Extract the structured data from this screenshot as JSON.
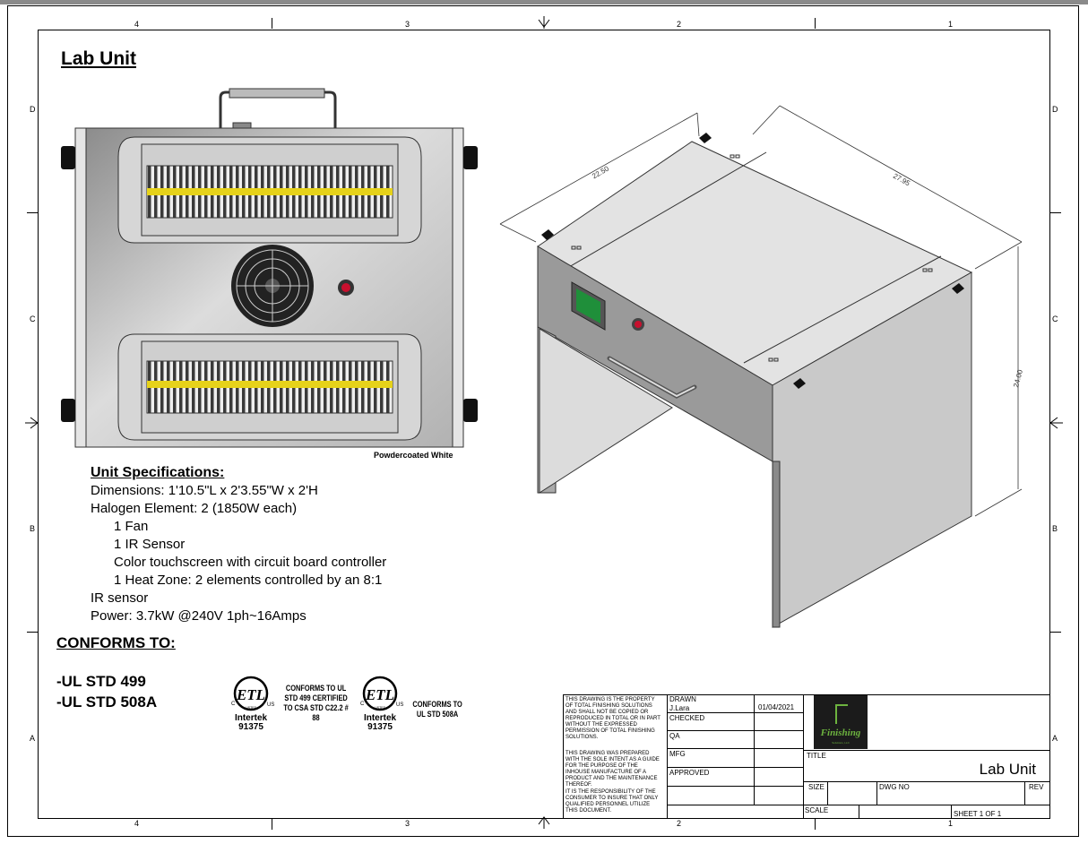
{
  "page": {
    "title": "Lab Unit",
    "finish_label": "Powdercoated White"
  },
  "zones": {
    "columns": [
      "4",
      "3",
      "2",
      "1"
    ],
    "rows": [
      "D",
      "C",
      "B",
      "A"
    ]
  },
  "dimensions": {
    "depth": "22.50",
    "width": "27.95",
    "height": "24.00"
  },
  "specs": {
    "heading": "Unit Specifications:",
    "lines": [
      "Dimensions: 1'10.5\"L x 2'3.55\"W x 2'H",
      "Halogen Element: 2 (1850W each)",
      "1 Fan",
      "1 IR Sensor",
      "Color touchscreen with circuit board controller",
      "1 Heat Zone: 2 elements controlled by an 8:1",
      "IR sensor",
      "Power: 3.7kW @240V 1ph~16Amps"
    ]
  },
  "conforms": {
    "heading": "CONFORMS TO:",
    "standards": [
      "-UL STD 499",
      "-UL STD 508A"
    ]
  },
  "certs": [
    {
      "mark_c": "C",
      "mark_us": "US",
      "logo": "ETL",
      "listed": "LISTED",
      "brand": "Intertek",
      "number": "91375",
      "text": "CONFORMS TO UL STD 499 CERTIFIED TO CSA STD C22.2 # 88"
    },
    {
      "mark_c": "C",
      "mark_us": "US",
      "logo": "ETL",
      "listed": "LISTED",
      "brand": "Intertek",
      "number": "91375",
      "text": "CONFORMS TO UL STD 508A"
    }
  ],
  "title_block": {
    "disclaimer_1": "THIS DRAWING IS THE PROPERTY OF TOTAL FINISHING SOLUTIONS AND SHALL NOT BE COPIED OR REPRODUCED IN TOTAL OR IN PART WITHOUT THE EXPRESSED PERMISSION OF TOTAL FINISHING SOLUTIONS.",
    "disclaimer_2": "THIS DRAWING WAS PREPARED WITH THE SOLE INTENT AS A GUIDE FOR THE PURPOSE OF THE INHOUSE MANUFACTURE OF A PRODUCT AND THE MAINTENANCE THEREOF.",
    "disclaimer_3": "IT IS THE RESPONSIBILITY OF THE CONSUMER TO INSURE THAT ONLY QUALIFIED PERSONNEL UTILIZE THIS DOCUMENT.",
    "drawn_label": "DRAWN",
    "drawn_by": "J.Lara",
    "date": "01/04/2021",
    "checked_label": "CHECKED",
    "qa_label": "QA",
    "mfg_label": "MFG",
    "approved_label": "APPROVED",
    "title_label": "TITLE",
    "title_value": "Lab Unit",
    "size_label": "SIZE",
    "dwg_label": "DWG NO",
    "rev_label": "REV",
    "scale_label": "SCALE",
    "sheet_label": "SHEET 1  OF 1",
    "logo_text": "Finishing",
    "logo_sub": "Solutions, LLC"
  },
  "colors": {
    "element_yellow": "#e6d21a",
    "panel_gray": "#b4b4b4",
    "screen_green": "#1f8f3a",
    "indicator_red": "#c8102e"
  }
}
